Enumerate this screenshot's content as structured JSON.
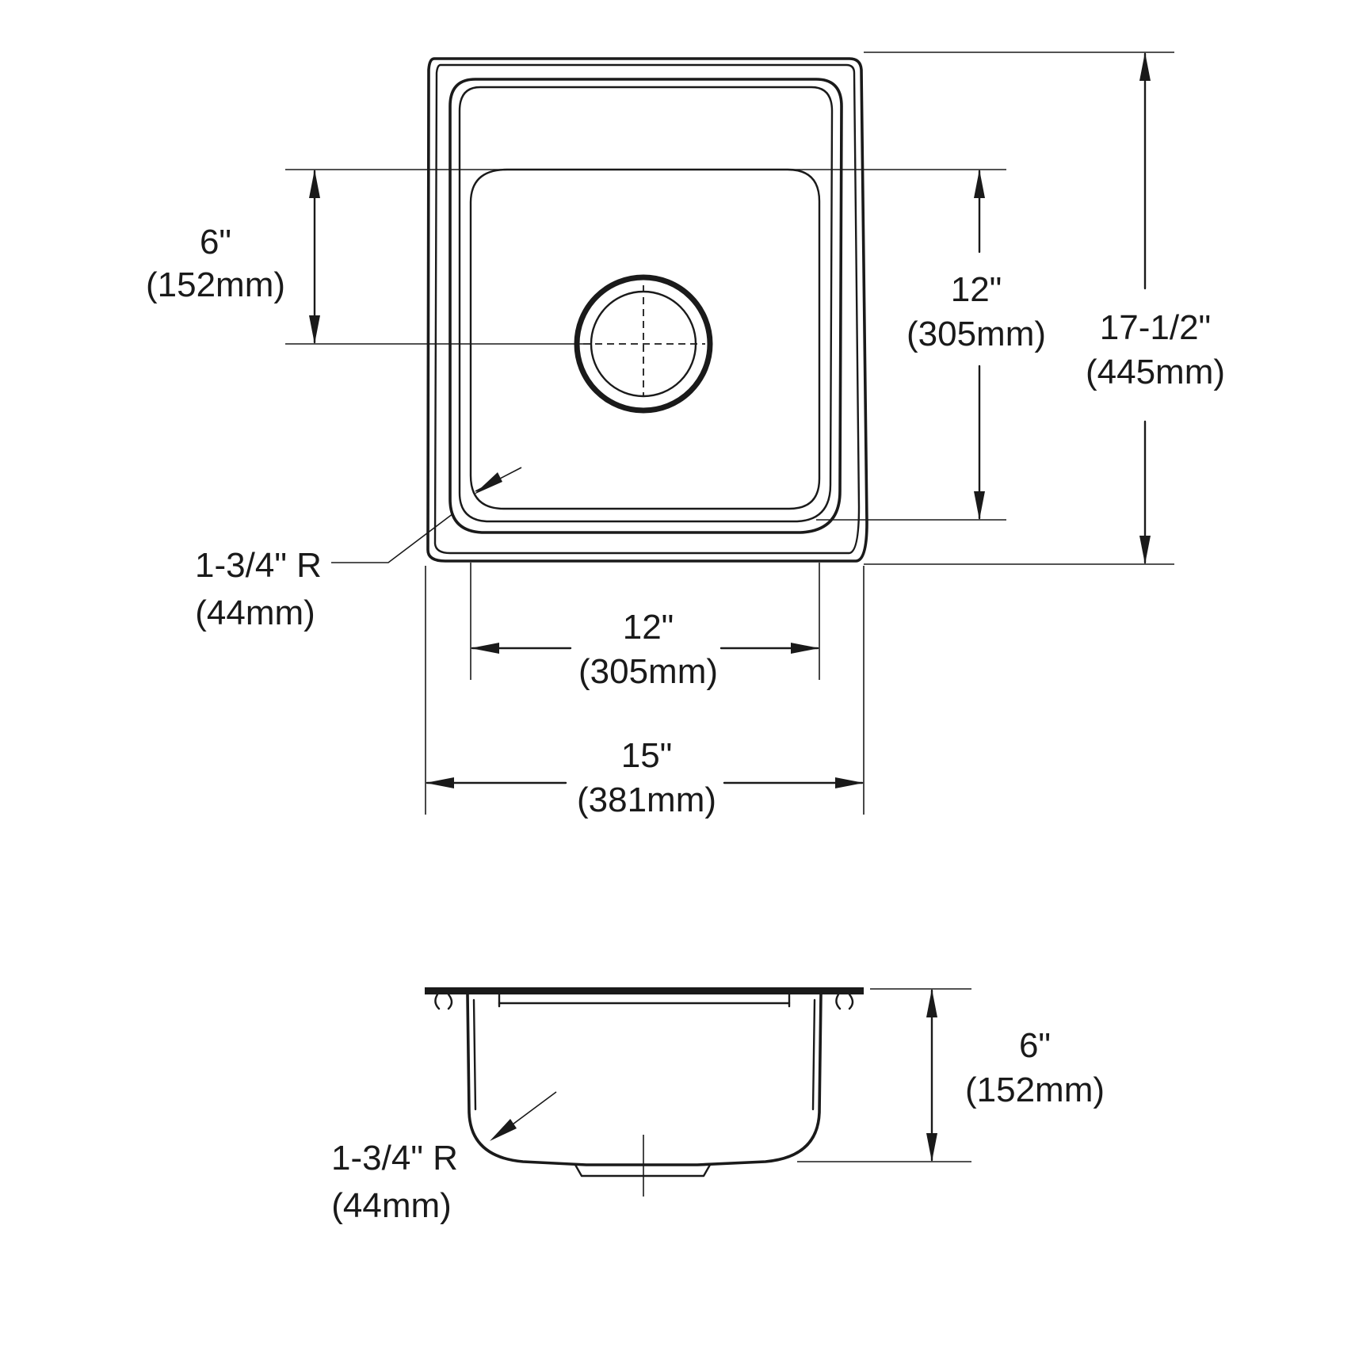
{
  "top_view": {
    "drain_offset": {
      "imperial": "6\"",
      "metric": "(152mm)"
    },
    "bowl_front_to_back": {
      "imperial": "12\"",
      "metric": "(305mm)"
    },
    "overall_front_to_back": {
      "imperial": "17-1/2\"",
      "metric": "(445mm)"
    },
    "corner_radius": {
      "imperial": "1-3/4\" R",
      "metric": "(44mm)"
    },
    "bowl_left_to_right": {
      "imperial": "12\"",
      "metric": "(305mm)"
    },
    "overall_left_to_right": {
      "imperial": "15\"",
      "metric": "(381mm)"
    }
  },
  "side_view": {
    "depth": {
      "imperial": "6\"",
      "metric": "(152mm)"
    },
    "corner_radius": {
      "imperial": "1-3/4\" R",
      "metric": "(44mm)"
    }
  }
}
